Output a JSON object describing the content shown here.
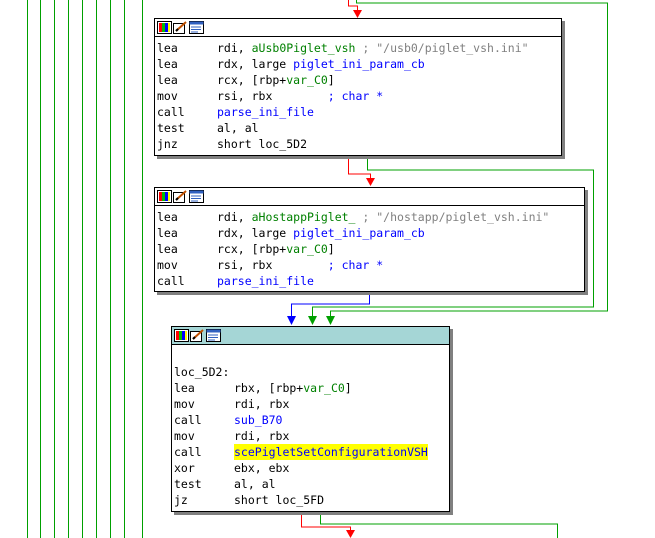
{
  "colors": {
    "edge_red": "#ff0000",
    "edge_green": "#00a000",
    "edge_blue": "#0000ff",
    "highlight": "#ffff00",
    "selected_title": "#a5d6d6"
  },
  "icons": [
    "graph-colors-icon",
    "edit-block-icon",
    "block-listing-icon"
  ],
  "blocks": {
    "b1": {
      "lines": [
        {
          "m": "lea",
          "a": "rdi, ",
          "b": "aUsb0Piglet_vsh",
          "c": " ; \"/usb0/piglet_vsh.ini\""
        },
        {
          "m": "lea",
          "a": "rdx, large ",
          "b": "piglet_ini_param_cb"
        },
        {
          "m": "lea",
          "a": "rcx, [rbp+",
          "b": "var_C0",
          "c": "]"
        },
        {
          "m": "mov",
          "a": "rsi, rbx",
          "b": "        ; char *"
        },
        {
          "m": "call",
          "a": "parse_ini_file"
        },
        {
          "m": "test",
          "a": "al, al"
        },
        {
          "m": "jnz",
          "a": "short loc_5D2"
        }
      ]
    },
    "b2": {
      "lines": [
        {
          "m": "lea",
          "a": "rdi, ",
          "b": "aHostappPiglet_",
          "c": " ; \"/hostapp/piglet_vsh.ini\""
        },
        {
          "m": "lea",
          "a": "rdx, large ",
          "b": "piglet_ini_param_cb"
        },
        {
          "m": "lea",
          "a": "rcx, [rbp+",
          "b": "var_C0",
          "c": "]"
        },
        {
          "m": "mov",
          "a": "rsi, rbx",
          "b": "        ; char *"
        },
        {
          "m": "call",
          "a": "parse_ini_file"
        }
      ]
    },
    "b3": {
      "label": "loc_5D2:",
      "lines": [
        {
          "m": "lea",
          "a": "rbx, [rbp+",
          "b": "var_C0",
          "c": "]"
        },
        {
          "m": "mov",
          "a": "rdi, rbx"
        },
        {
          "m": "call",
          "a": "sub_B70"
        },
        {
          "m": "mov",
          "a": "rdi, rbx"
        },
        {
          "m": "call",
          "a": "scePigletSetConfigurationVSH"
        },
        {
          "m": "xor",
          "a": "ebx, ebx"
        },
        {
          "m": "test",
          "a": "al, al"
        },
        {
          "m": "jz",
          "a": "short loc_5FD"
        }
      ]
    }
  }
}
